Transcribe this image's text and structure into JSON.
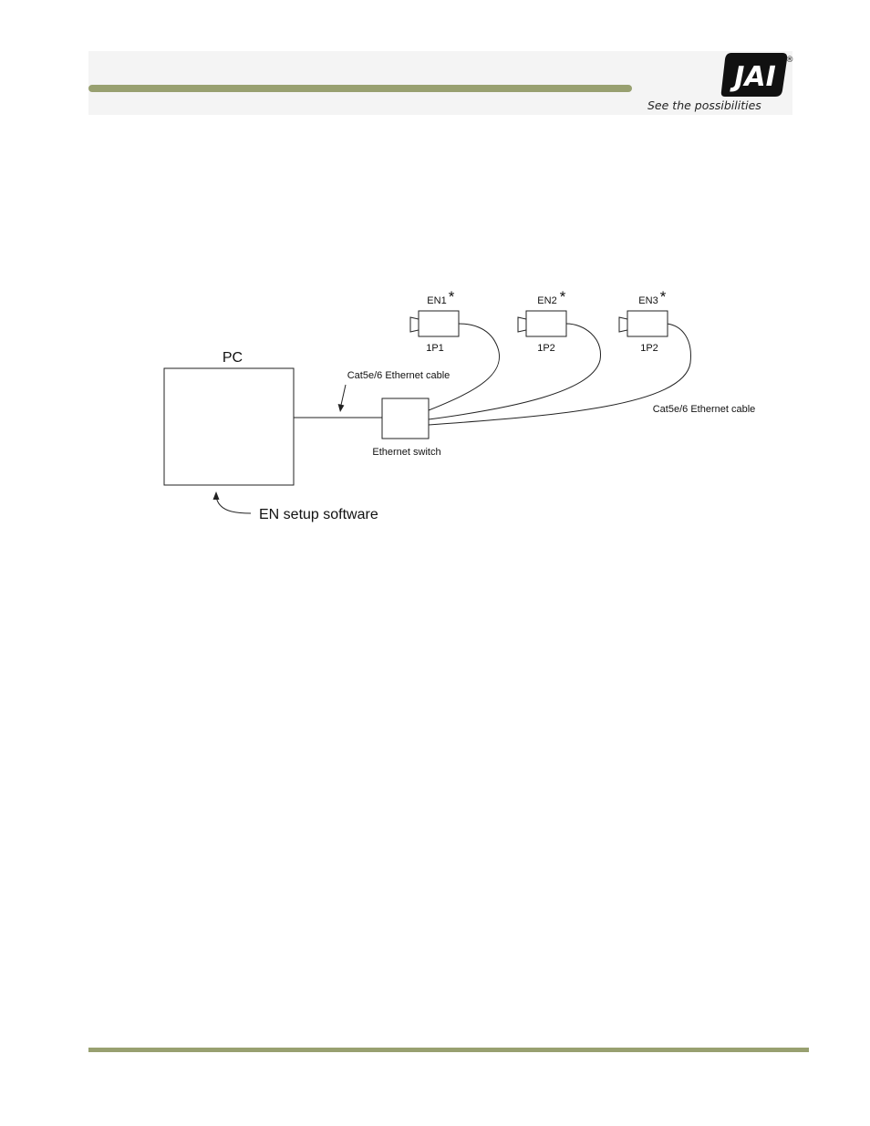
{
  "header": {
    "tagline": "See the possibilities",
    "logo": {
      "icon": "jai-logo-icon",
      "text": "JAI",
      "registered_mark": "®"
    },
    "bar_color": "#98a070"
  },
  "diagram": {
    "pc_label": "PC",
    "software_label": "EN setup software",
    "pc_cable_label": "Cat5e/6 Ethernet cable",
    "switch_label": "Ethernet switch",
    "camera_cable_label": "Cat5e/6 Ethernet cable",
    "cameras": [
      {
        "name": "EN1",
        "marker": "*",
        "port": "1P1"
      },
      {
        "name": "EN2",
        "marker": "*",
        "port": "1P2"
      },
      {
        "name": "EN3",
        "marker": "*",
        "port": "1P2"
      }
    ]
  },
  "footer": {
    "bar_color": "#98a070"
  }
}
